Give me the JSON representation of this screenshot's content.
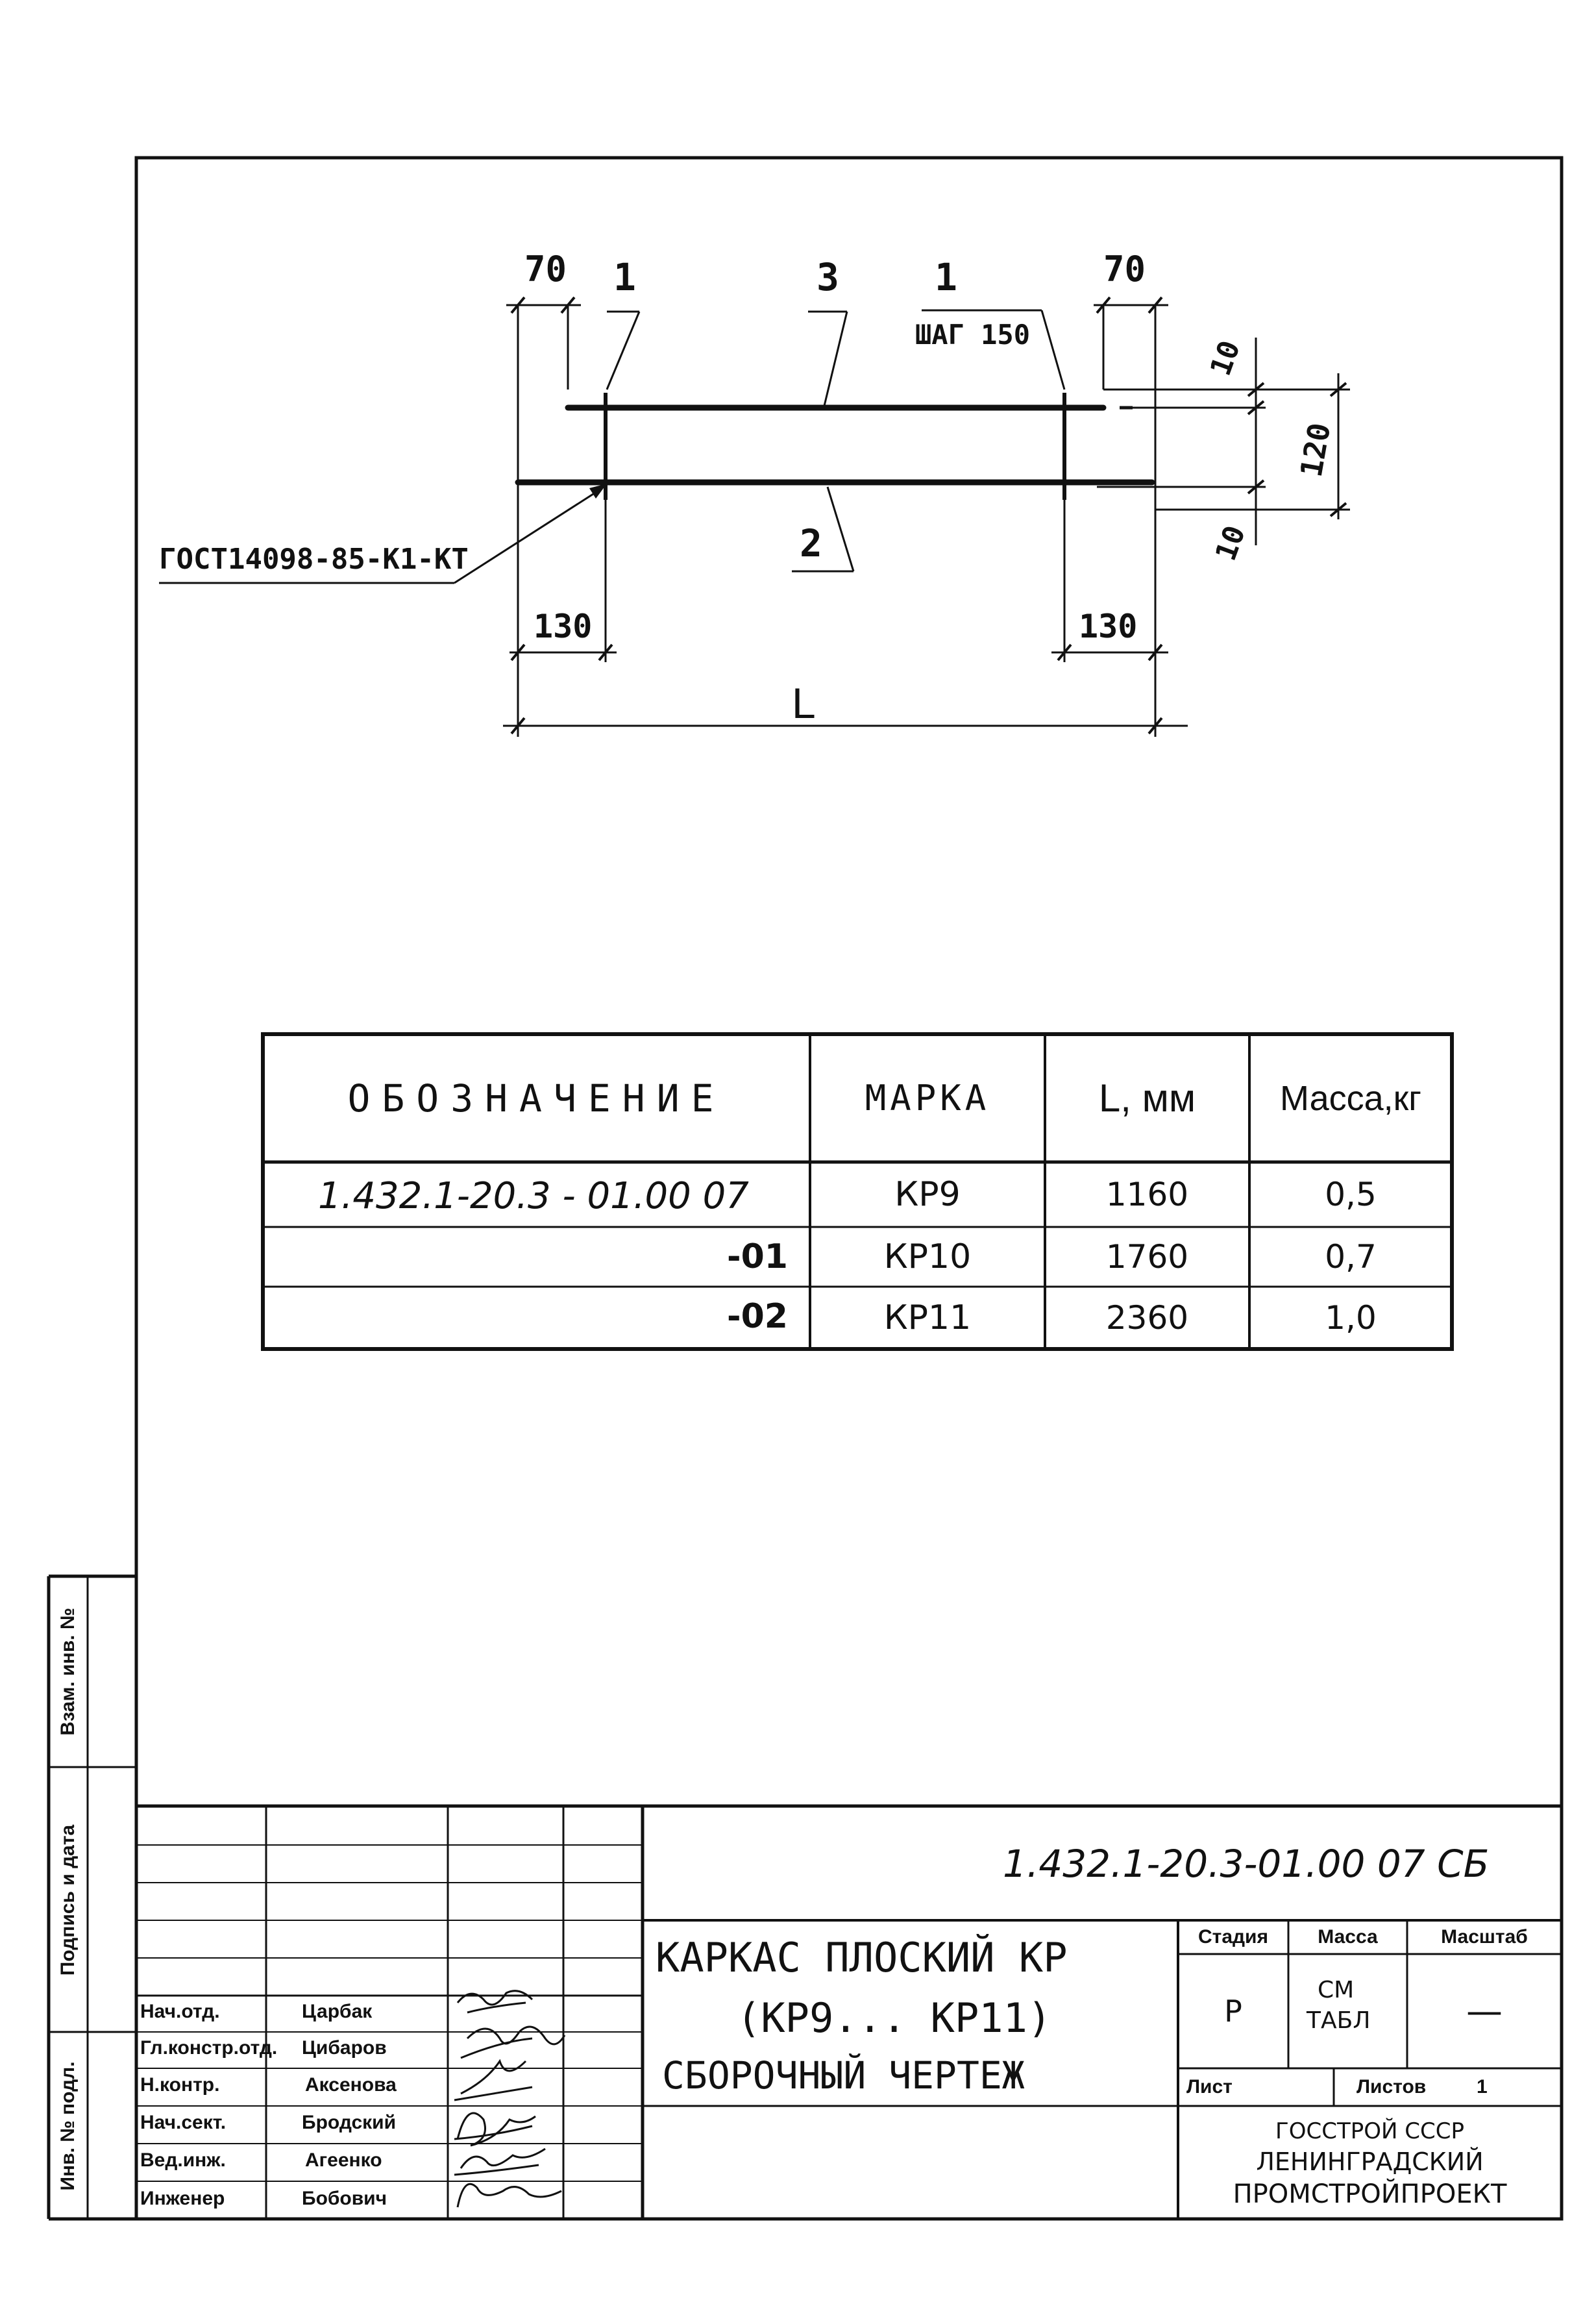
{
  "drawing": {
    "dims": {
      "top_left": "70",
      "top_right": "70",
      "right_top": "10",
      "right_mid": "120",
      "right_bottom": "10",
      "bottom_left": "130",
      "bottom_right": "130",
      "length": "L"
    },
    "callouts": {
      "pos1_left": "1",
      "pos3": "3",
      "pos1_right": "1",
      "pitch": "ШАГ 150",
      "pos2": "2",
      "weld": "ГОСТ14098-85-К1-КТ"
    }
  },
  "spec_table": {
    "headers": [
      "ОБОЗНАЧЕНИЕ",
      "МАРКА",
      "L, мм",
      "Масса,кг"
    ],
    "rows": [
      {
        "designation": "1.432.1-20.3 - 01.00 07",
        "mark": "КР9",
        "length": "1160",
        "mass": "0,5"
      },
      {
        "designation": "-01",
        "mark": "КР10",
        "length": "1760",
        "mass": "0,7"
      },
      {
        "designation": "-02",
        "mark": "КР11",
        "length": "2360",
        "mass": "1,0"
      }
    ]
  },
  "side_stamp": {
    "labels": [
      "Взам. инв. №",
      "Подпись и дата",
      "Инв. № подл."
    ]
  },
  "title_block": {
    "code": "1.432.1-20.3-01.00 07 СБ",
    "title_line1": "КАРКАС ПЛОСКИЙ КР",
    "title_line2": "(КР9... КР11)",
    "title_line3": "СБОРОЧНЫЙ ЧЕРТЕЖ",
    "stage_header": "Стадия",
    "mass_header": "Масса",
    "scale_header": "Масштаб",
    "stage_value": "Р",
    "mass_value_line1": "СМ",
    "mass_value_line2": "ТАБЛ",
    "scale_value": "—",
    "sheet_label": "Лист",
    "sheets_label": "Листов",
    "sheets_value": "1",
    "org_line1": "ГОССТРОЙ СССР",
    "org_line2": "ЛЕНИНГРАДСКИЙ",
    "org_line3": "ПРОМСТРОЙПРОЕКТ",
    "staff": [
      {
        "role": "Нач.отд.",
        "name": "Царбак"
      },
      {
        "role": "Гл.констр.отд.",
        "name": "Цибаров"
      },
      {
        "role": "Н.контр.",
        "name": "Аксенова"
      },
      {
        "role": "Нач.сект.",
        "name": "Бродский"
      },
      {
        "role": "Вед.инж.",
        "name": "Агеенко"
      },
      {
        "role": "Инженер",
        "name": "Бобович"
      }
    ]
  }
}
